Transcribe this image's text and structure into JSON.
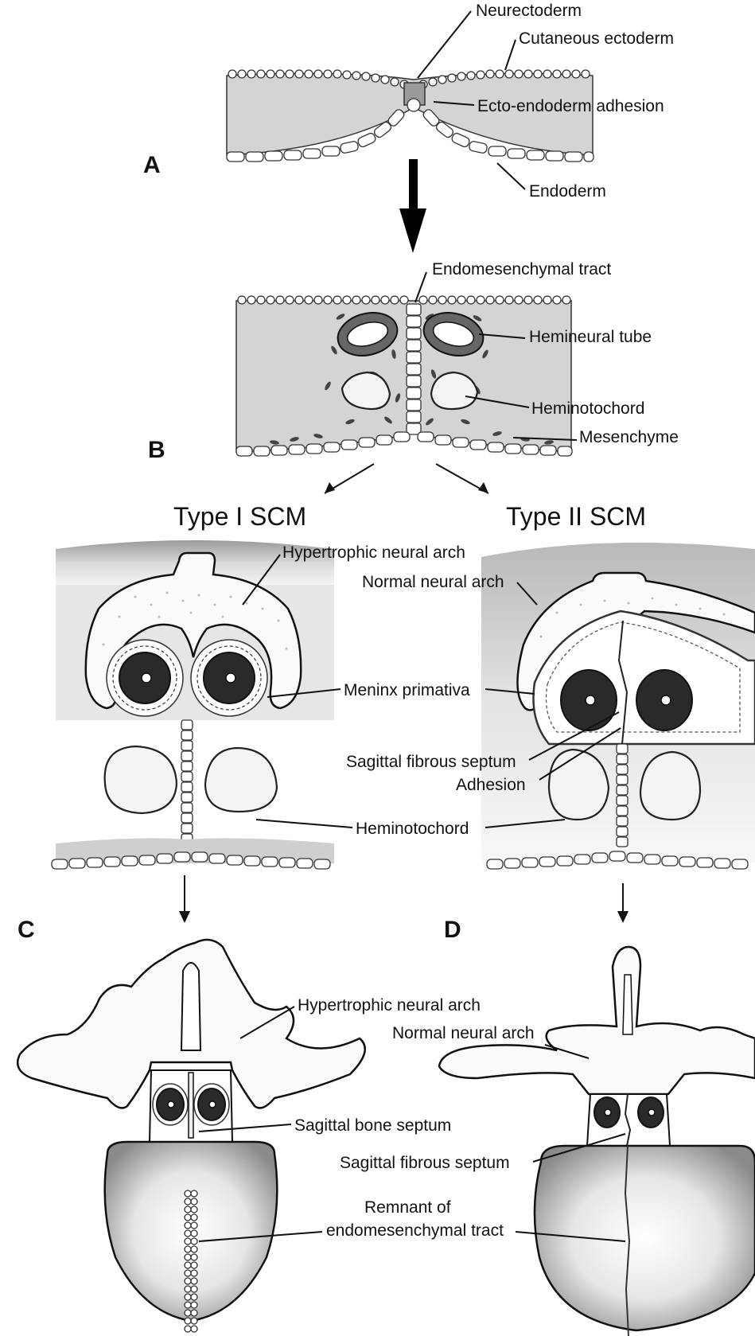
{
  "panels": {
    "a": "A",
    "b": "B",
    "c": "C",
    "d": "D"
  },
  "labels": {
    "neurectoderm": "Neurectoderm",
    "cutaneous_ectoderm": "Cutaneous ectoderm",
    "ecto_endoderm_adhesion": "Ecto-endoderm adhesion",
    "endoderm": "Endoderm",
    "endomesenchymal_tract": "Endomesenchymal tract",
    "hemineural_tube": "Hemineural tube",
    "heminotochord_b": "Heminotochord",
    "mesenchyme": "Mesenchyme",
    "type_i_scm": "Type I SCM",
    "type_ii_scm": "Type II SCM",
    "hypertrophic_neural_arch_top": "Hypertrophic neural arch",
    "normal_neural_arch_top": "Normal neural arch",
    "meninx_primativa": "Meninx primativa",
    "sagittal_fibrous_septum_top": "Sagittal fibrous septum",
    "adhesion": "Adhesion",
    "heminotochord_mid": "Heminotochord",
    "hypertrophic_neural_arch_bottom": "Hypertrophic neural arch",
    "normal_neural_arch_bottom": "Normal neural arch",
    "sagittal_bone_septum": "Sagittal bone septum",
    "sagittal_fibrous_septum_bottom": "Sagittal fibrous septum",
    "remnant_line1": "Remnant of",
    "remnant_line2": "endomesenchymal tract"
  },
  "colors": {
    "tissue": "#d4d4d4",
    "ink": "#111111",
    "bone": "#fafafa"
  }
}
